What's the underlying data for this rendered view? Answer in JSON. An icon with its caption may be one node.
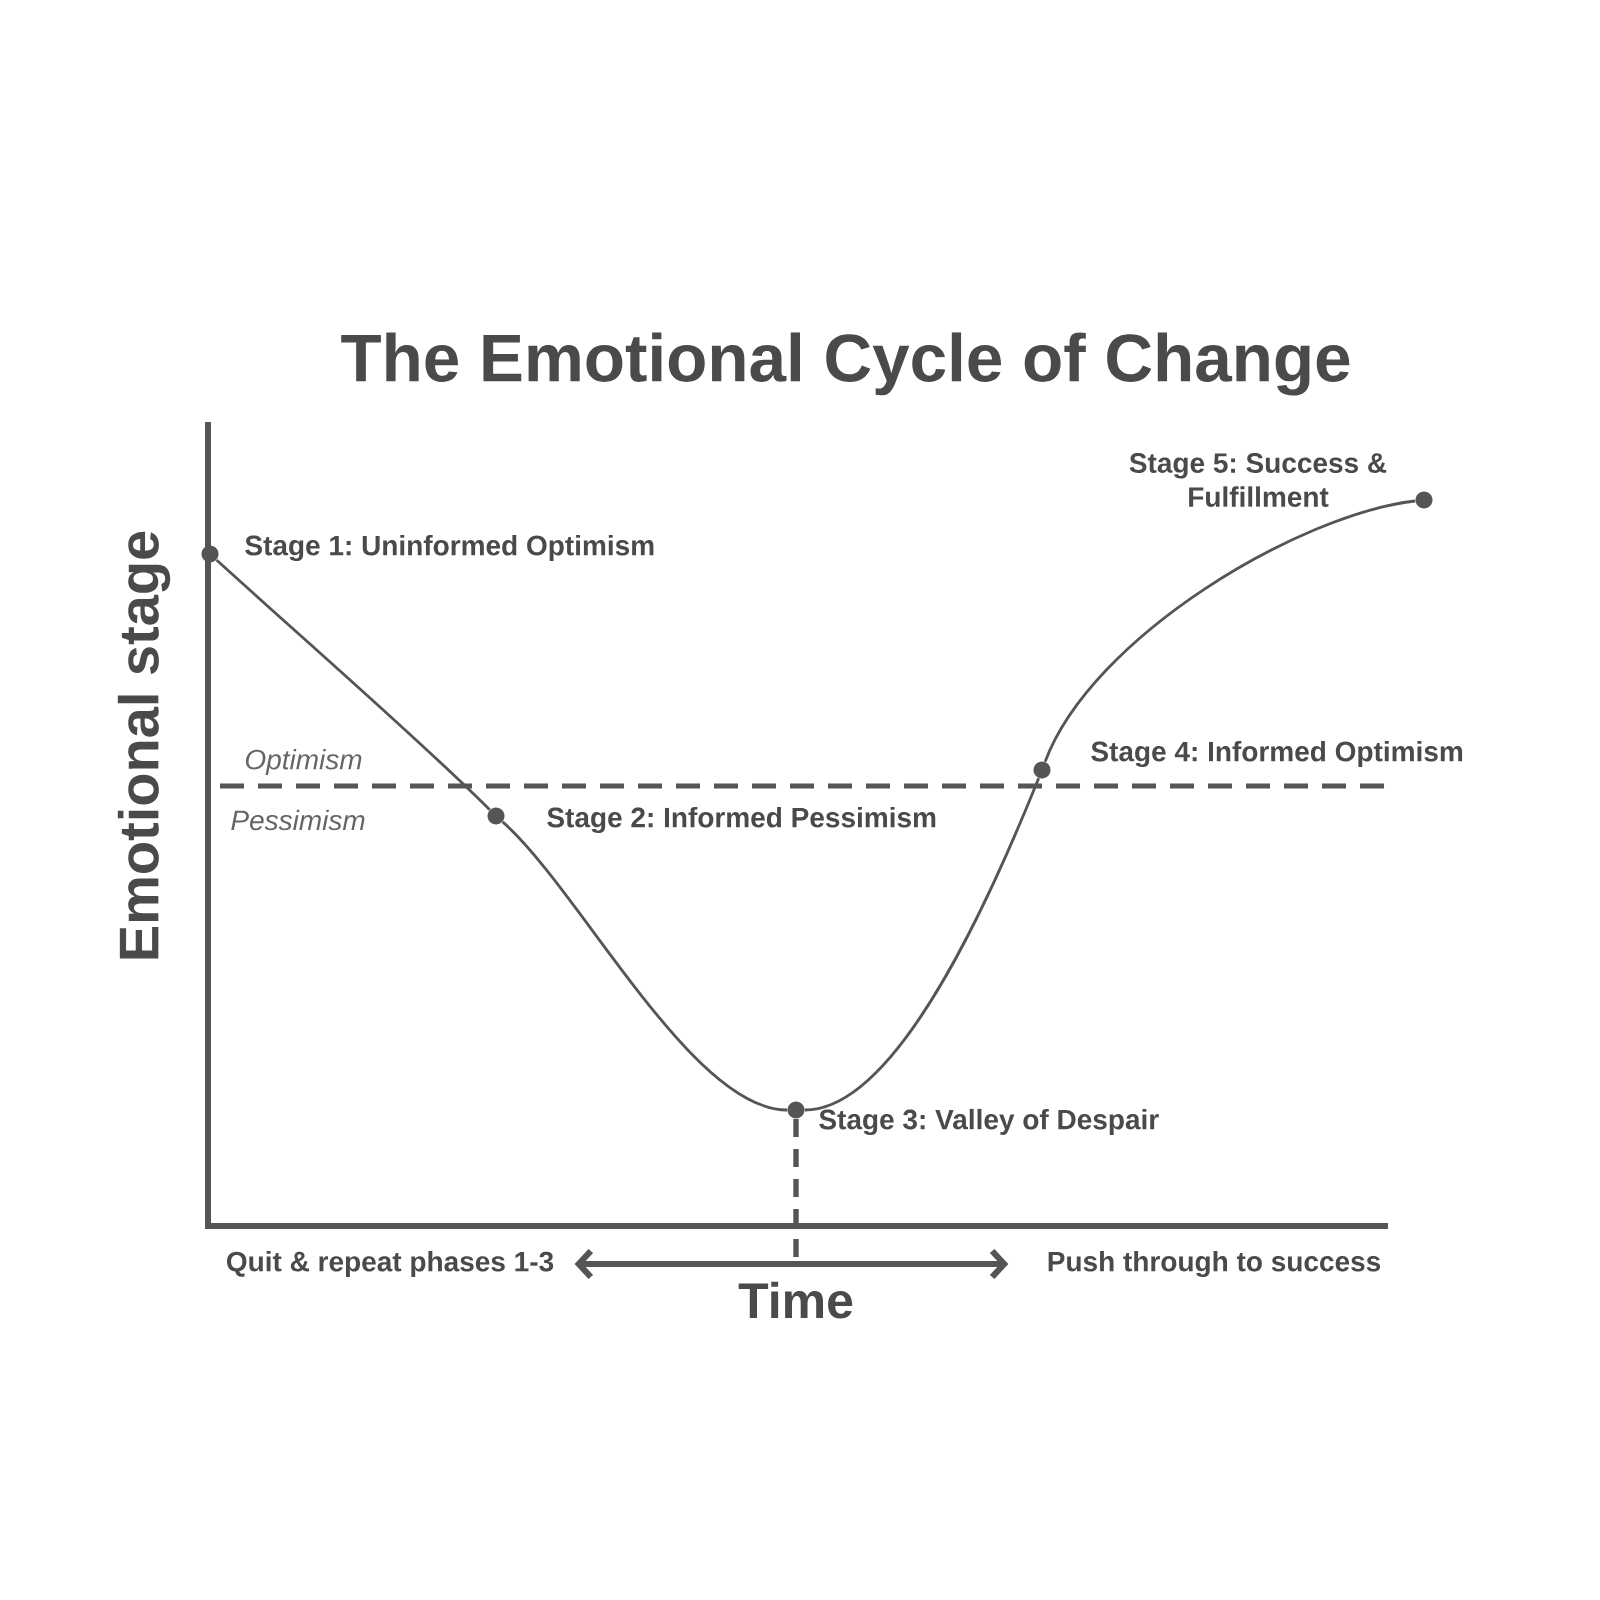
{
  "diagram": {
    "title": "The Emotional Cycle of Change",
    "nodes": [
      {
        "text": [],
        "shape": "circle",
        "beside": [
          "Stage 1: Uninformed Optimism"
        ]
      },
      {
        "text": [],
        "shape": "circle",
        "beside": [
          "Stage 2: Informed Pessimism"
        ]
      },
      {
        "text": [],
        "shape": "circle",
        "beside": [
          "Stage 3: Valley of Despair"
        ]
      },
      {
        "text": [],
        "shape": "circle",
        "beside": [
          "Stage 4: Informed Optimism"
        ]
      },
      {
        "text": [],
        "shape": "circle",
        "beside": [
          "Stage 5: Success & Fulfillment"
        ]
      },
      {
        "text": [
          "Quit & repeat phases 1-3"
        ]
      },
      {
        "text": [
          "Push through to success"
        ]
      }
    ],
    "edges": [
      {
        "from": 0,
        "to": 1,
        "arrow": "none"
      },
      {
        "from": 1,
        "to": 2,
        "arrow": "none"
      },
      {
        "from": 2,
        "to": 3,
        "arrow": "none"
      },
      {
        "from": 3,
        "to": 4,
        "arrow": "none"
      },
      {
        "from": 2,
        "to": null,
        "arrow": "none",
        "style": "dashed"
      },
      {
        "from": 5,
        "to": 6,
        "arrow": "both",
        "style": "thick"
      }
    ],
    "labels": [
      "Emotional stage",
      "Optimism",
      "Pessimism",
      "Time"
    ]
  }
}
